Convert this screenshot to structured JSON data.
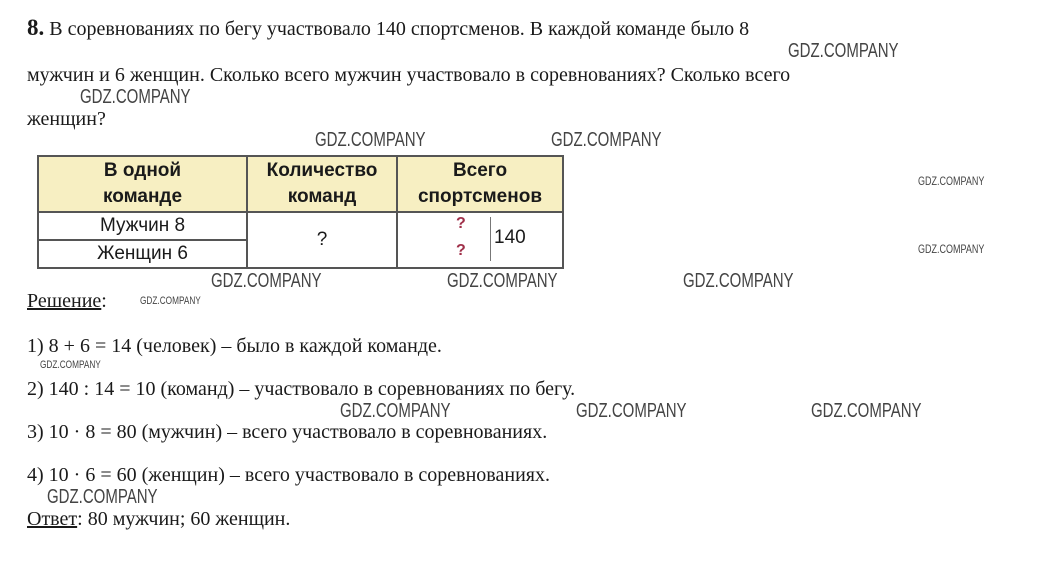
{
  "problem": {
    "number": "8.",
    "line1": "В соревнованиях по бегу участвовало 140 спортсменов. В каждой команде было 8",
    "line2": "мужчин и 6 женщин. Сколько всего мужчин участвовало в соревнованиях? Сколько всего",
    "line3": "женщин?"
  },
  "table": {
    "headers": [
      "В одной команде",
      "Количество команд",
      "Всего спортсменов"
    ],
    "header_lines": [
      [
        "В одной",
        "команде"
      ],
      [
        "Количество",
        "команд"
      ],
      [
        "Всего",
        "спортсменов"
      ]
    ],
    "rows": [
      {
        "label": "Мужчин 8"
      },
      {
        "label": "Женщин 6"
      }
    ],
    "teams": "?",
    "totals": [
      "?",
      "?"
    ],
    "sum": "140"
  },
  "solution": {
    "heading": "Решение",
    "steps": [
      "1) 8 + 6 = 14 (человек) – было в каждой команде.",
      "2) 140 : 14 = 10 (команд) – участвовало в соревнованиях по бегу.",
      "3) 10 · 8 = 80 (мужчин) – всего участвовало в соревнованиях.",
      "4) 10 · 6 = 60 (женщин) – всего участвовало в соревнованиях."
    ],
    "answer_label": "Ответ",
    "answer": ": 80 мужчин; 60 женщин."
  },
  "watermark": "GDZ.COMPANY",
  "colors": {
    "header_bg": "#f7efc2",
    "question_mark": "#a0304a"
  }
}
